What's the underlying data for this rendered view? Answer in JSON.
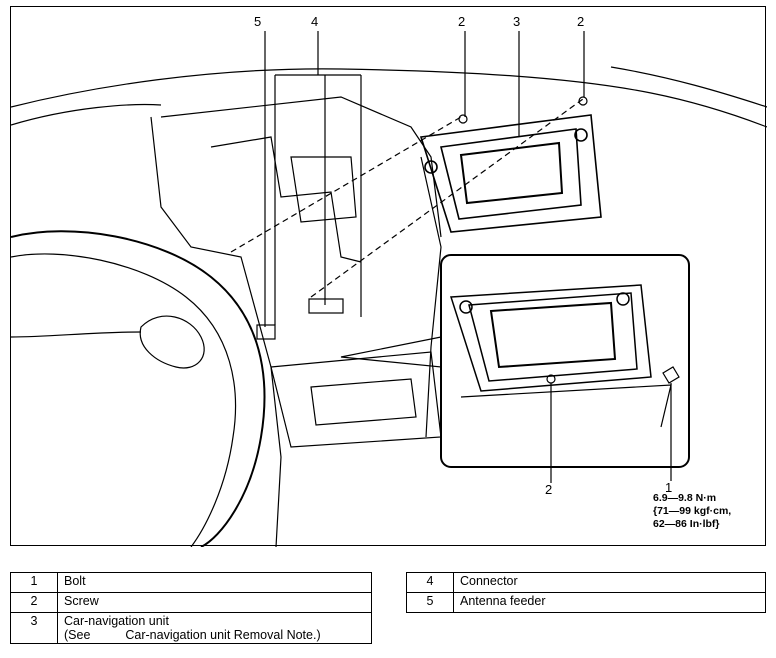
{
  "callouts": {
    "c5": "5",
    "c4": "4",
    "c2a": "2",
    "c3": "3",
    "c2b": "2",
    "c2c": "2",
    "c1": "1"
  },
  "torque": {
    "line1": "6.9—9.8 N·m",
    "line2": "{71—99 kgf·cm,",
    "line3": "62—86 In·lbf}"
  },
  "legend_left": [
    {
      "num": "1",
      "label": "Bolt"
    },
    {
      "num": "2",
      "label": "Screw"
    },
    {
      "num": "3",
      "label": "Car-navigation unit",
      "note_prefix": "(See",
      "note_text": "Car-navigation unit Removal Note.)"
    }
  ],
  "legend_right": [
    {
      "num": "4",
      "label": "Connector"
    },
    {
      "num": "5",
      "label": "Antenna feeder"
    }
  ]
}
